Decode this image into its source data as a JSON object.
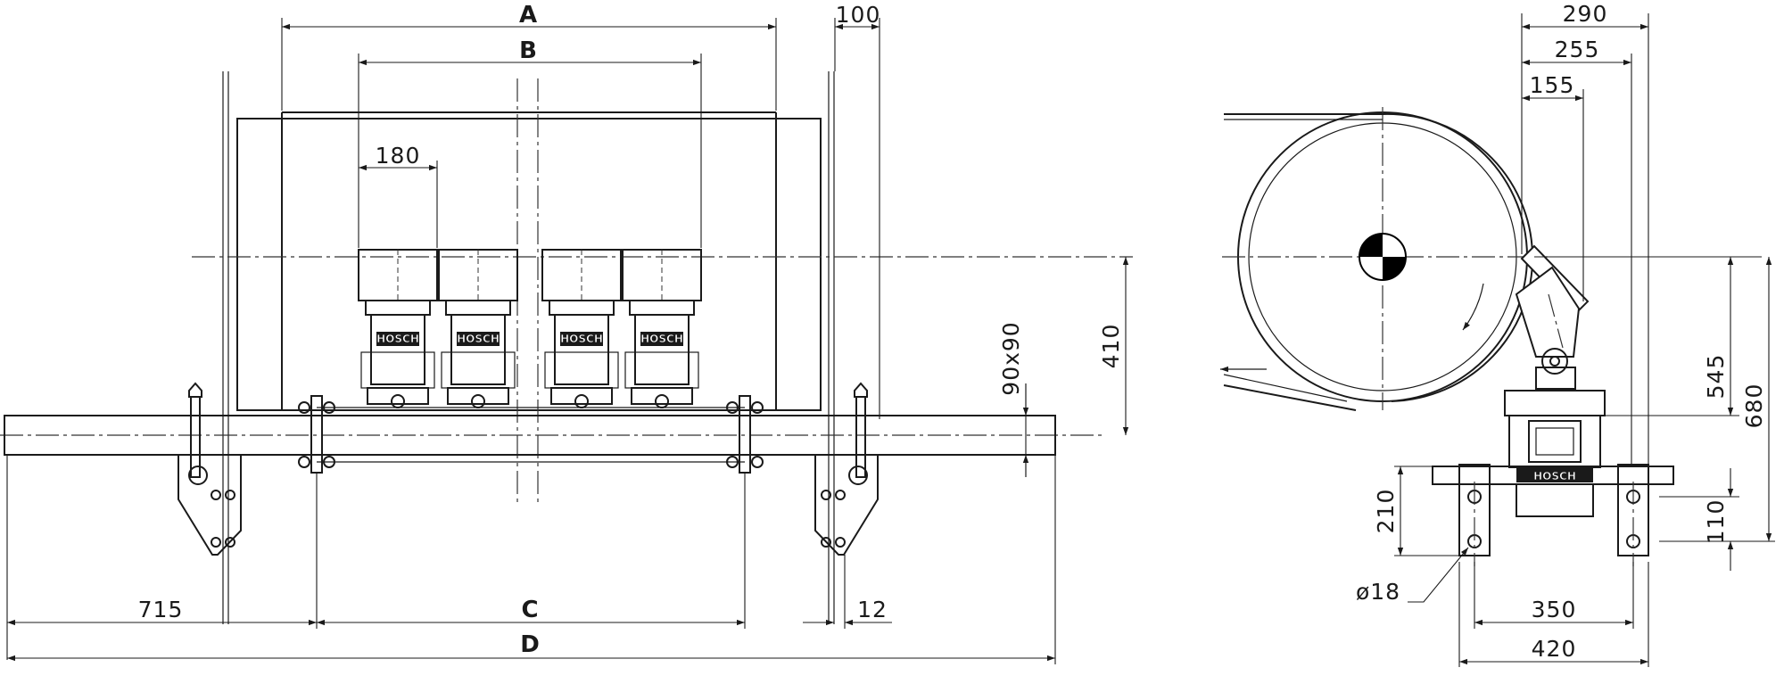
{
  "front_view": {
    "dimensions": {
      "A": "A",
      "B": "B",
      "C": "C",
      "D": "D",
      "d100": "100",
      "d180": "180",
      "d715": "715",
      "d12": "12",
      "d410": "410",
      "d90x90": "90x90"
    },
    "scraper_brand": "HOSCH"
  },
  "side_view": {
    "dimensions": {
      "d290": "290",
      "d255": "255",
      "d155": "155",
      "d545": "545",
      "d680": "680",
      "d210": "210",
      "d110": "110",
      "d350": "350",
      "d420": "420",
      "hole": "ø18"
    },
    "scraper_brand": "HOSCH"
  },
  "colors": {
    "line": "#1a1a1a",
    "center_mark": "#000000"
  }
}
